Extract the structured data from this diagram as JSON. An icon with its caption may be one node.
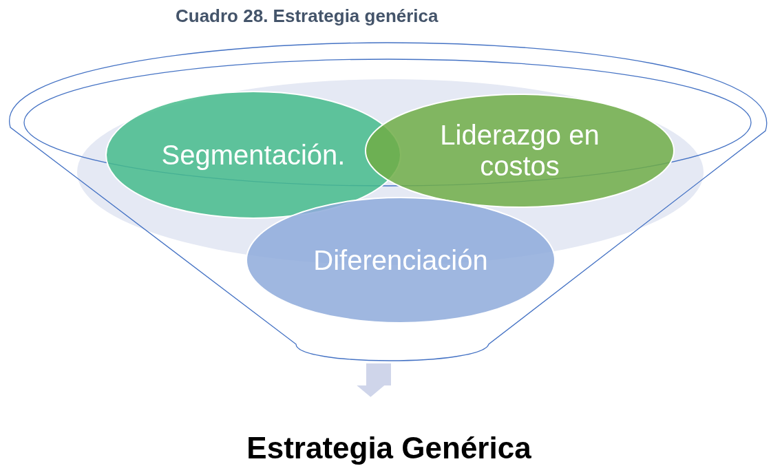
{
  "diagram": {
    "title": "Cuadro 28. Estrategia genérica",
    "nodes": [
      {
        "text": [],
        "shape": "funnel"
      },
      {
        "text": [
          "Segmentación."
        ],
        "in": 0
      },
      {
        "text": [
          "Liderazgo en costos"
        ],
        "in": 0
      },
      {
        "text": [
          "Diferenciación"
        ],
        "in": 0
      },
      {
        "text": [
          "Estrategia Genérica"
        ]
      }
    ],
    "edges": [
      {
        "from": 0,
        "to": 4,
        "arrow": "to"
      }
    ]
  }
}
